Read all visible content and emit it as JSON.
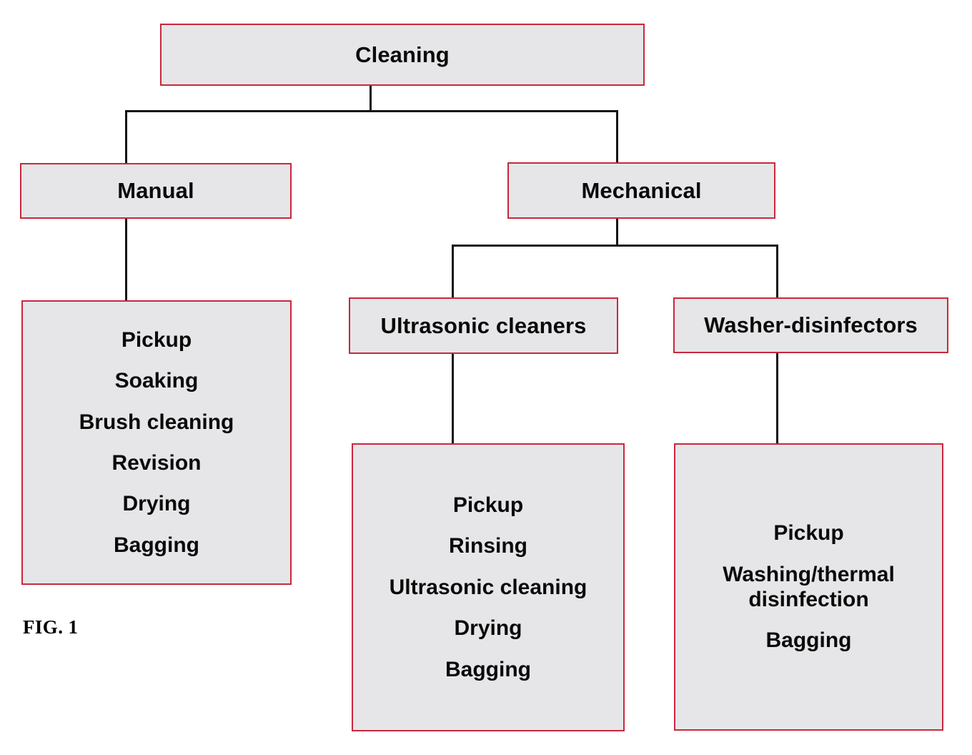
{
  "figure": {
    "caption": "FIG. 1",
    "root_label": "Cleaning",
    "accent_border_color": "#c9283e",
    "node_fill_color": "#e6e6e8",
    "connector_color": "#141414",
    "text_color": "#0a0a0a"
  },
  "nodes": {
    "root": {
      "label": "Cleaning"
    },
    "manual": {
      "label": "Manual"
    },
    "mechanical": {
      "label": "Mechanical"
    },
    "ultrasonic": {
      "label": "Ultrasonic cleaners"
    },
    "washer": {
      "label": "Washer-disinfectors"
    }
  },
  "steps": {
    "manual": [
      "Pickup",
      "Soaking",
      "Brush cleaning",
      "Revision",
      "Drying",
      "Bagging"
    ],
    "ultrasonic": [
      "Pickup",
      "Rinsing",
      "Ultrasonic cleaning",
      "Drying",
      "Bagging"
    ],
    "washer": [
      "Pickup",
      "Washing/thermal\ndisinfection",
      "Bagging"
    ]
  },
  "chart_data": {
    "type": "diagram",
    "title": "Cleaning",
    "description": "Tree diagram of instrument cleaning methods and their process steps",
    "hierarchy": [
      {
        "label": "Cleaning",
        "children": [
          {
            "label": "Manual",
            "steps": [
              "Pickup",
              "Soaking",
              "Brush cleaning",
              "Revision",
              "Drying",
              "Bagging"
            ]
          },
          {
            "label": "Mechanical",
            "children": [
              {
                "label": "Ultrasonic cleaners",
                "steps": [
                  "Pickup",
                  "Rinsing",
                  "Ultrasonic cleaning",
                  "Drying",
                  "Bagging"
                ]
              },
              {
                "label": "Washer-disinfectors",
                "steps": [
                  "Pickup",
                  "Washing/thermal disinfection",
                  "Bagging"
                ]
              }
            ]
          }
        ]
      }
    ]
  }
}
